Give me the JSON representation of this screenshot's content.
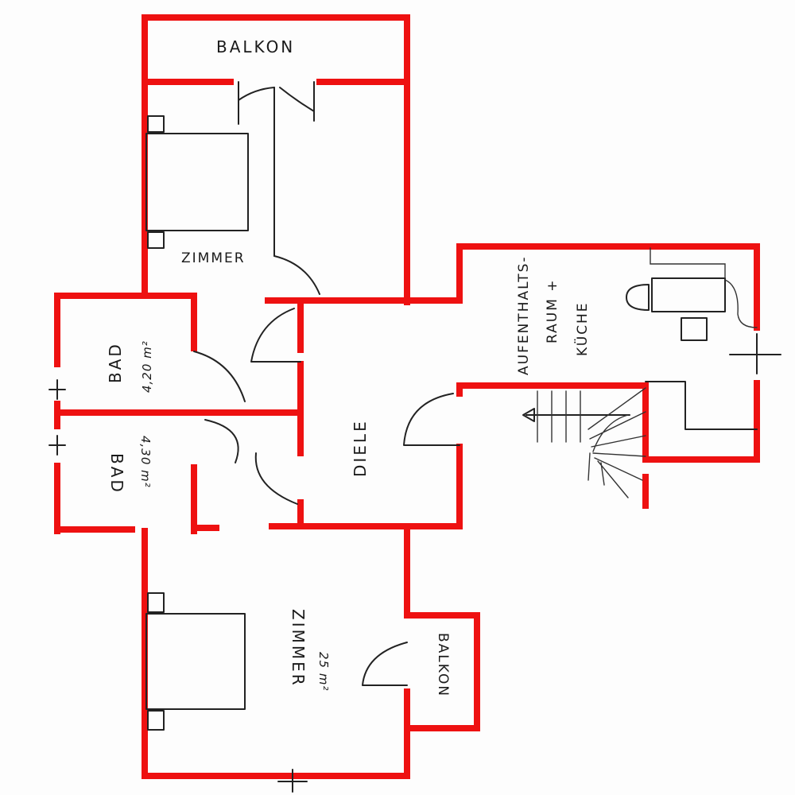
{
  "labels": {
    "balkon_top": "BALKON",
    "zimmer_top": "ZIMMER",
    "bad_upper": "BAD",
    "bad_upper_area": "4,20 m²",
    "bad_lower": "BAD",
    "bad_lower_area": "4,30 m²",
    "diele": "DIELE",
    "aufenthalt_line1": "AUFENTHALTS-",
    "aufenthalt_line2": "RAUM +",
    "aufenthalt_line3": "KÜCHE",
    "zimmer_bottom": "ZIMMER",
    "zimmer_bottom_area": "25 m²",
    "balkon_right": "BALKON"
  },
  "colors": {
    "wall": "#ee1111",
    "ink": "#222222",
    "paper": "#fdfdfd"
  }
}
